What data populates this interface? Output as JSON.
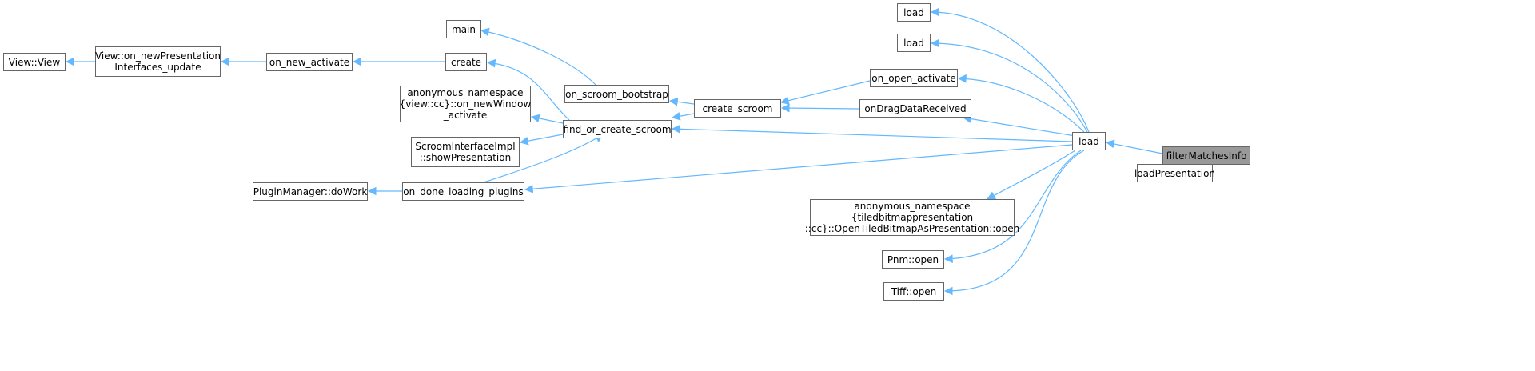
{
  "graph": {
    "type": "caller-graph",
    "focus": "filterMatchesInfo",
    "edge_color": "#63b8ff",
    "focus_fill": "#999999",
    "nodes": {
      "view_view": "View::View",
      "view_on_new_pres": "View::on_newPresentation\nInterfaces_update",
      "on_new_activate": "on_new_activate",
      "create": "create",
      "main": "main",
      "anon_view": "anonymous_namespace\n{view::cc}::on_newWindow\n_activate",
      "scroom_iface": "ScroomInterfaceImpl\n::showPresentation",
      "plugin_dowork": "PluginManager::doWork",
      "on_done_loading": "on_done_loading_plugins",
      "on_scroom_bootstrap": "on_scroom_bootstrap",
      "find_or_create": "find_or_create_scroom",
      "create_scroom": "create_scroom",
      "on_open_activate": "on_open_activate",
      "on_drag": "onDragDataReceived",
      "load_top1": "load",
      "load_top2": "load",
      "load_center": "load",
      "filter": "filterMatchesInfo",
      "load_presentation": "loadPresentation",
      "anon_tiled": "anonymous_namespace\n{tiledbitmappresentation\n::cc}::OpenTiledBitmapAsPresentation::open",
      "pnm_open": "Pnm::open",
      "tiff_open": "Tiff::open"
    }
  }
}
